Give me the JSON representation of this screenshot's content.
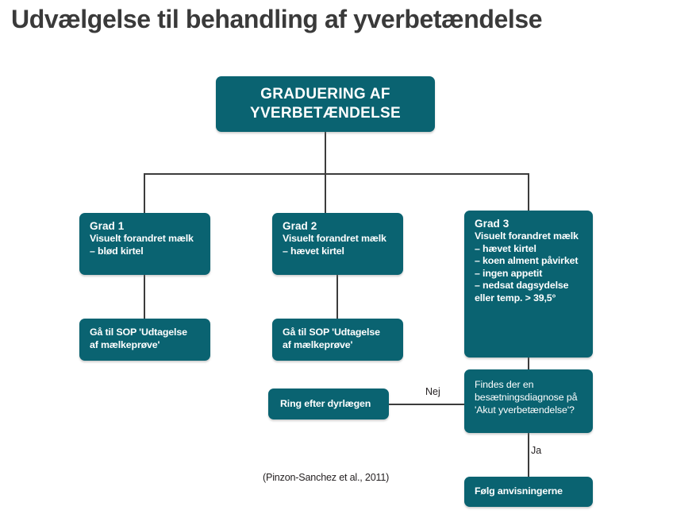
{
  "page": {
    "title": "Udvælgelse til behandling af yverbetændelse",
    "accent_color": "#0a6371",
    "line_color": "#3c3c3c",
    "text_color": "#231f20",
    "background": "#ffffff"
  },
  "diagram": {
    "type": "flowchart",
    "header_box": {
      "line1": "GRADUERING AF",
      "line2": "YVERBETÆNDELSE"
    },
    "grade1": {
      "title": "Grad 1",
      "lines": [
        "Visuelt forandret mælk",
        "– blød kirtel"
      ]
    },
    "grade2": {
      "title": "Grad 2",
      "lines": [
        "Visuelt forandret mælk",
        "– hævet kirtel"
      ]
    },
    "grade3": {
      "title": "Grad 3",
      "lines": [
        "Visuelt forandret mælk",
        "– hævet kirtel",
        "– koen alment påvirket",
        "– ingen appetit",
        "– nedsat dagsydelse",
        "eller temp. > 39,5°"
      ]
    },
    "sop1": {
      "line1": "Gå til SOP 'Udtagelse",
      "line2": "af mælkeprøve'"
    },
    "sop2": {
      "line1": "Gå til SOP 'Udtagelse",
      "line2": "af mælkeprøve'"
    },
    "vet_box": {
      "label": "Ring efter dyrlægen"
    },
    "decision_box": {
      "line1": "Findes der en",
      "line2": "besætningsdiagnose på",
      "line3": "'Akut yverbetændelse'?"
    },
    "follow_box": {
      "label": "Følg anvisningerne"
    },
    "edge_labels": {
      "no": "Nej",
      "yes": "Ja"
    },
    "citation": "(Pinzon-Sanchez et al., 2011)"
  }
}
